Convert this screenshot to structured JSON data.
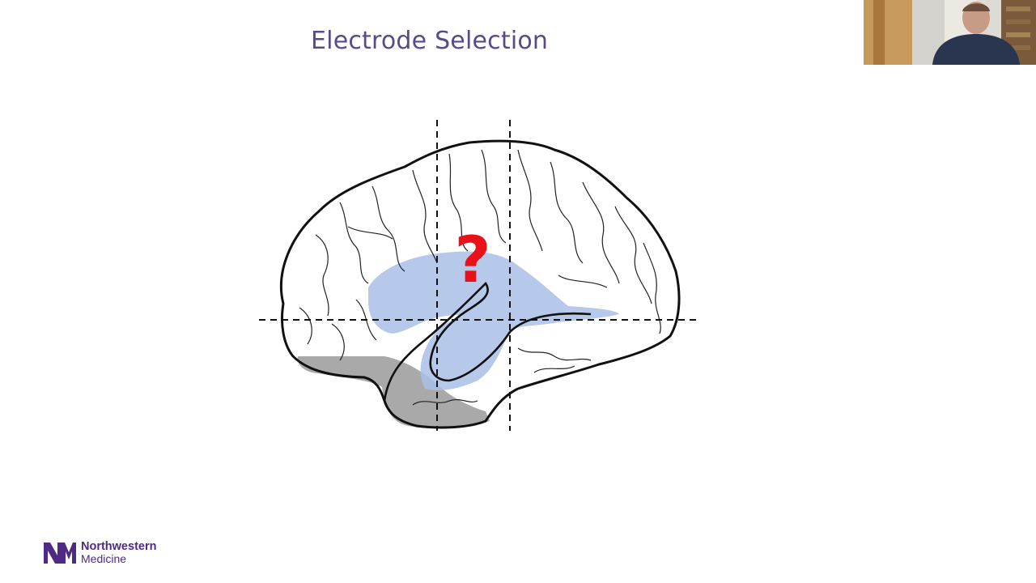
{
  "slide": {
    "title": "Electrode Selection"
  },
  "figure": {
    "question_mark": "?",
    "question_color": "#e8111a",
    "highlight_color": "#a9bfe8",
    "shade_color": "#8c8c8c"
  },
  "branding": {
    "line1": "Northwestern",
    "line2": "Medicine",
    "brand_color": "#4e2a84"
  },
  "webcam": {
    "content": "presenter-video"
  }
}
